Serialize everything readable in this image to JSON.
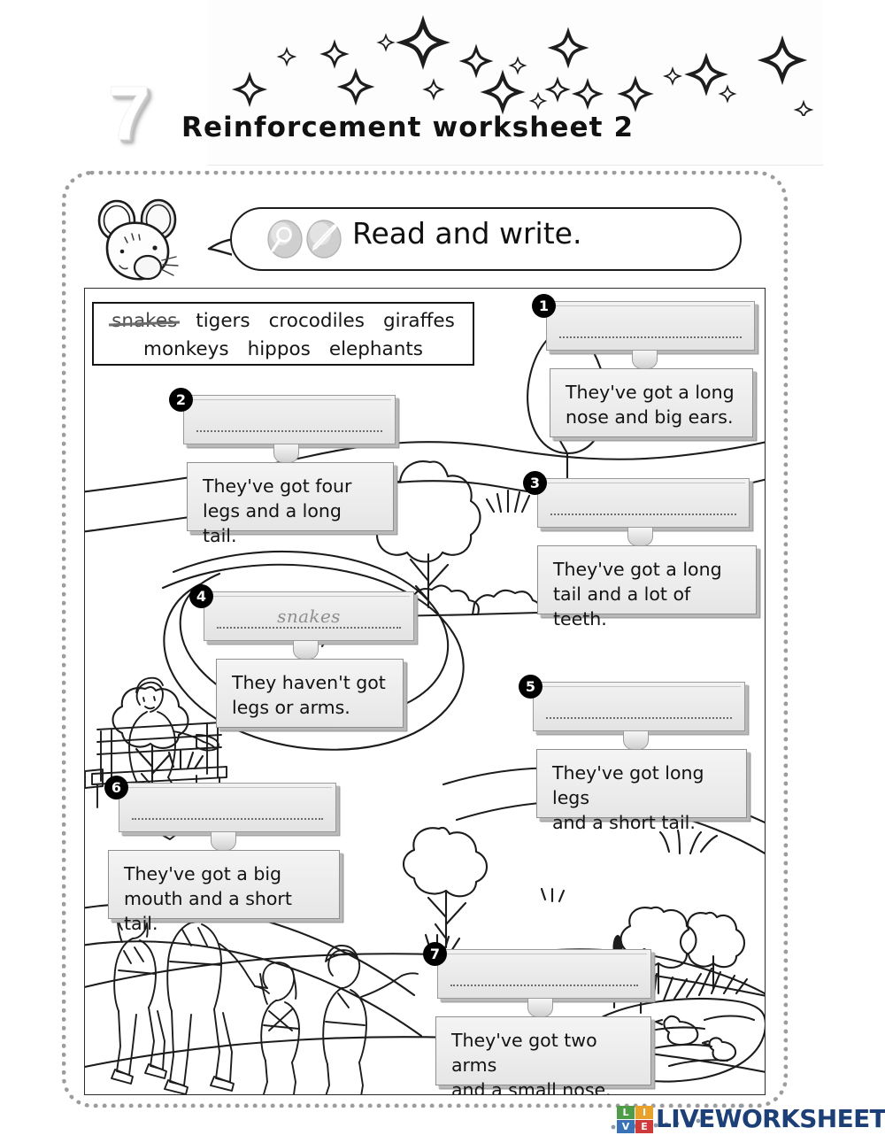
{
  "header": {
    "unit_number": "7",
    "title": "Reinforcement worksheet 2",
    "decoration": "four-pointed-stars"
  },
  "instruction": {
    "text": "Read and write.",
    "icons": [
      "magnifier-icon",
      "pencil-icon"
    ],
    "mascot": "mouse-mascot"
  },
  "word_bank": {
    "row1": [
      {
        "word": "snakes",
        "used": true
      },
      {
        "word": "tigers",
        "used": false
      },
      {
        "word": "crocodiles",
        "used": false
      },
      {
        "word": "giraffes",
        "used": false
      }
    ],
    "row2": [
      {
        "word": "monkeys",
        "used": false
      },
      {
        "word": "hippos",
        "used": false
      },
      {
        "word": "elephants",
        "used": false
      }
    ]
  },
  "questions": [
    {
      "number": "1",
      "answer": "",
      "clue_line1": "They've got a long",
      "clue_line2": "nose and big ears."
    },
    {
      "number": "2",
      "answer": "",
      "clue_line1": "They've got four",
      "clue_line2": "legs and a long tail."
    },
    {
      "number": "3",
      "answer": "",
      "clue_line1": "They've got a long",
      "clue_line2": "tail and a lot of teeth."
    },
    {
      "number": "4",
      "answer": "snakes",
      "clue_line1": "They haven't got",
      "clue_line2": "legs or arms."
    },
    {
      "number": "5",
      "answer": "",
      "clue_line1": "They've got long legs",
      "clue_line2": "and a short tail."
    },
    {
      "number": "6",
      "answer": "",
      "clue_line1": "They've got a big",
      "clue_line2": "mouth and a short tail."
    },
    {
      "number": "7",
      "answer": "",
      "clue_line1": "They've got two arms",
      "clue_line2": "and a small nose."
    }
  ],
  "scene": {
    "illustrations": [
      "park-path",
      "trees",
      "bushes",
      "grass-tufts",
      "park-bench-with-person",
      "walking-family",
      "duck-pond",
      "cattails"
    ]
  },
  "logo": {
    "blocks": [
      {
        "letter": "L",
        "color": "#4f9e47"
      },
      {
        "letter": "I",
        "color": "#e8a22b"
      },
      {
        "letter": "V",
        "color": "#3a72b8"
      },
      {
        "letter": "E",
        "color": "#cf3b3b"
      }
    ],
    "wordmark": "LIVEWORKSHEETS",
    "wordmark_color": "#1d3f77"
  }
}
